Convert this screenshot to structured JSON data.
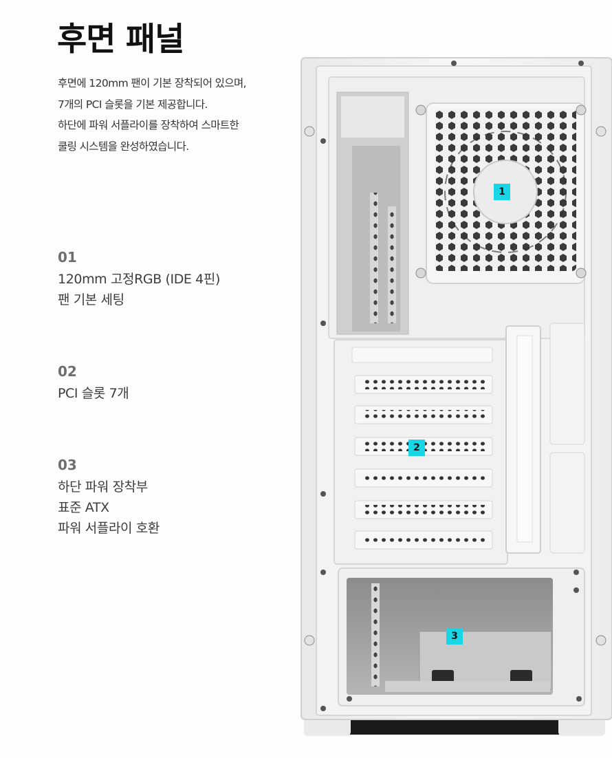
{
  "title": "후면 패널",
  "description": [
    "후면에 120mm 팬이 기본 장착되어 있으며,",
    "7개의 PCI 슬롯을 기본 제공합니다.",
    "하단에 파워 서플라이를 장착하여 스마트한",
    "쿨링 시스템을 완성하였습니다."
  ],
  "features": [
    {
      "num": "01",
      "lines": [
        "120mm 고정RGB (IDE 4핀)",
        "팬 기본 세팅"
      ]
    },
    {
      "num": "02",
      "lines": [
        "PCI 슬롯 7개"
      ]
    },
    {
      "num": "03",
      "lines": [
        "하단 파워 장착부",
        "표준 ATX",
        "파워 서플라이 호환"
      ]
    }
  ],
  "badges": [
    "1",
    "2",
    "3"
  ],
  "colors": {
    "badge": "#18d6e6",
    "case": "#f4f4f4",
    "title": "#111111"
  }
}
